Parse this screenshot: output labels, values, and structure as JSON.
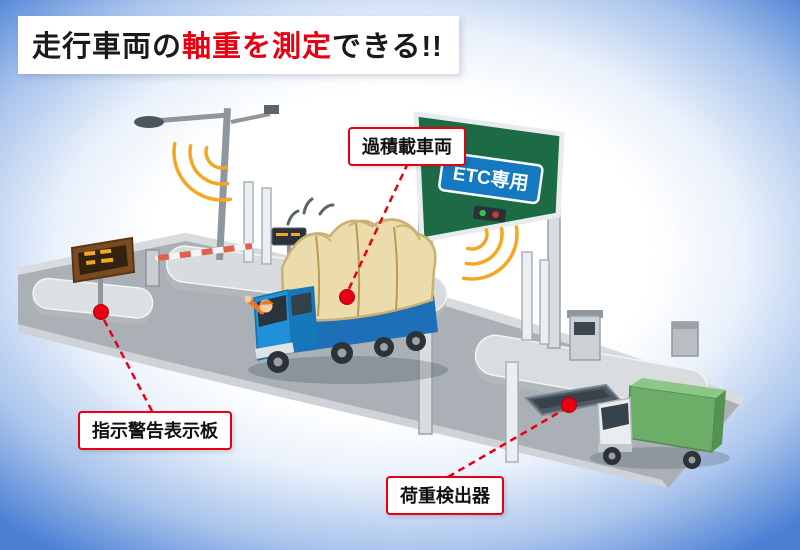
{
  "title": {
    "segments": [
      {
        "text": "走行車両の",
        "color": "#1a1a1a"
      },
      {
        "text": "軸重を測定",
        "color": "#e60012"
      },
      {
        "text": "できる!!",
        "color": "#1a1a1a"
      }
    ]
  },
  "callouts": {
    "overloaded_vehicle": "過積載車両",
    "warning_display_board": "指示警告表示板",
    "load_detector": "荷重検出器"
  },
  "scene": {
    "gantry_sign_text": "ETC専用",
    "colors": {
      "accent_red": "#e60012",
      "radio_wave_orange": "#f5a623",
      "gantry_green": "#1c6b44",
      "etc_sign_blue": "#1479c0",
      "truck_blue": "#2090d8",
      "cargo_beige": "#ecdcab",
      "small_truck_green": "#6cae68",
      "background_blue": "#4a7fd4"
    }
  }
}
